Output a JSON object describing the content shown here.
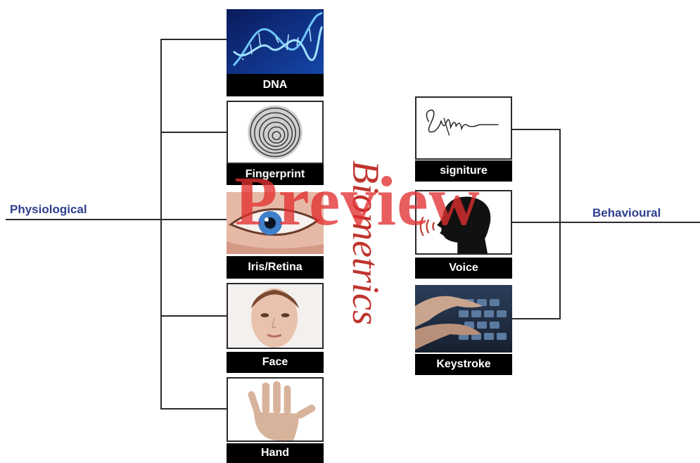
{
  "title": "Biometrics",
  "watermark": "Preview",
  "categories": {
    "physiological": "Physiological",
    "behavioural": "Behavioural"
  },
  "physiological_items": [
    {
      "label": "DNA",
      "icon": "dna-icon"
    },
    {
      "label": "Fingerprint",
      "icon": "fingerprint-icon"
    },
    {
      "label": "Iris/Retina",
      "icon": "eye-icon"
    },
    {
      "label": "Face",
      "icon": "face-icon"
    },
    {
      "label": "Hand",
      "icon": "hand-icon"
    }
  ],
  "behavioural_items": [
    {
      "label": "signiture",
      "icon": "signature-icon"
    },
    {
      "label": "Voice",
      "icon": "voice-icon"
    },
    {
      "label": "Keystroke",
      "icon": "keyboard-icon"
    }
  ],
  "colors": {
    "category_text": "#2e3f8f",
    "title": "#c0342d",
    "watermark": "#e23030",
    "label_bg": "#000000",
    "label_text": "#ffffff",
    "connector": "#2b2b2b"
  }
}
